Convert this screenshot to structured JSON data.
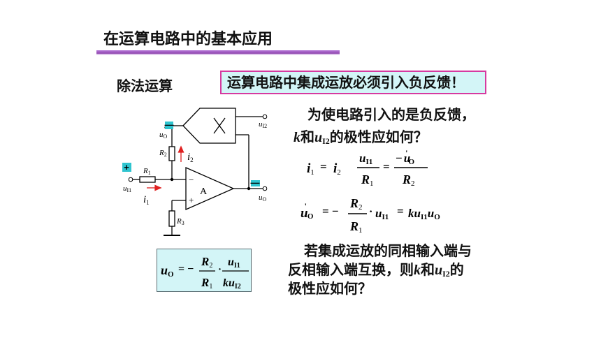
{
  "slide": {
    "title": "在运算电路中的基本应用",
    "section_label": "除法运算",
    "notice": "运算电路中集成运放必须引入负反馈！",
    "question1": {
      "line1": "为使电路引入的是负反馈，",
      "var_k": "k",
      "word_and": "和",
      "var_u": "u",
      "sub_i2": "I2",
      "line2_rest": "的极性应如何？"
    },
    "question2": {
      "line1": "若集成运放的同相输入端与",
      "line2_pre": "反相输入端互换，则",
      "var_k": "k",
      "word_and": "和",
      "var_u": "u",
      "sub_i2": "I2",
      "line2_post": "的",
      "line3": "极性应如何？"
    }
  },
  "circuit": {
    "labels": {
      "uo_prime": "u",
      "uo_prime_sub": "O",
      "uo_prime_mark": "'",
      "r2": "R",
      "r2_sub": "2",
      "i2": "i",
      "i2_sub": "2",
      "r1": "R",
      "r1_sub": "1",
      "ui1": "u",
      "ui1_sub": "I1",
      "i1": "i",
      "i1_sub": "1",
      "r3": "R",
      "r3_sub": "3",
      "ui2": "u",
      "ui2_sub": "I2",
      "uo": "u",
      "uo_sub": "O",
      "opamp": "A",
      "minus_sign": "−",
      "plus_sign": "+"
    },
    "signs": {
      "input": "+",
      "multiplier_out": "—",
      "output": "—"
    }
  },
  "equations": {
    "eq1": {
      "lhs_a": "i",
      "lhs_a_sub": "1",
      "eq": "=",
      "lhs_b": "i",
      "lhs_b_sub": "2",
      "f1_num": "u",
      "f1_num_sub": "I1",
      "f1_den": "R",
      "f1_den_sub": "1",
      "f2_num_sign": "−",
      "f2_num": "u",
      "f2_num_prime": "'",
      "f2_num_sub": "O",
      "f2_den": "R",
      "f2_den_sub": "2"
    },
    "eq2": {
      "lhs": "u",
      "lhs_prime": "'",
      "lhs_sub": "O",
      "eq_minus": "= −",
      "num": "R",
      "num_sub": "2",
      "den": "R",
      "den_sub": "1",
      "dot": "·",
      "mid": "u",
      "mid_sub": "I1",
      "eq": "=",
      "rhs_k": "k",
      "rhs_u1": "u",
      "rhs_u1_sub": "I1",
      "rhs_u2": "u",
      "rhs_u2_sub": "O"
    },
    "eq3": {
      "lhs": "u",
      "lhs_sub": "O",
      "eq_minus": "= −",
      "num1": "R",
      "num1_sub": "2",
      "den1": "R",
      "den1_sub": "1",
      "dot": "·",
      "num2": "u",
      "num2_sub": "I1",
      "den2_k": "k",
      "den2_u": "u",
      "den2_sub": "I2"
    }
  },
  "colors": {
    "accent_line": "#9b59b6",
    "notice_border": "#d63aa0",
    "highlight_bg": "#d3f5f7",
    "sign_bg": "#2fc4cf",
    "arrow_red": "#e02020"
  }
}
